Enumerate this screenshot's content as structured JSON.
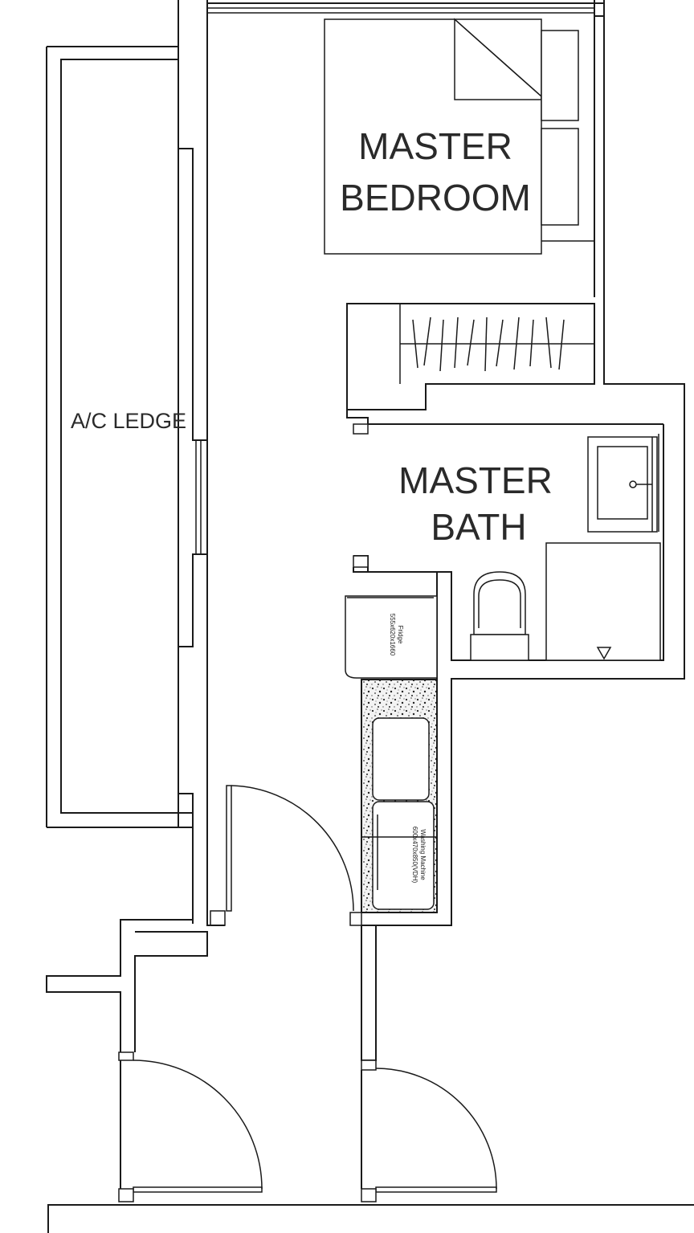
{
  "rooms": {
    "master_bedroom": {
      "line1": "MASTER",
      "line2": "BEDROOM"
    },
    "master_bath": {
      "line1": "MASTER",
      "line2": "BATH"
    },
    "ac_ledge": {
      "label": "A/C LEDGE"
    }
  },
  "appliances": {
    "fridge": {
      "name": "Fridge",
      "size": "555x620x1660"
    },
    "washing_machine": {
      "name": "Washing Machine",
      "size": "600x470x850(VDH)"
    }
  }
}
